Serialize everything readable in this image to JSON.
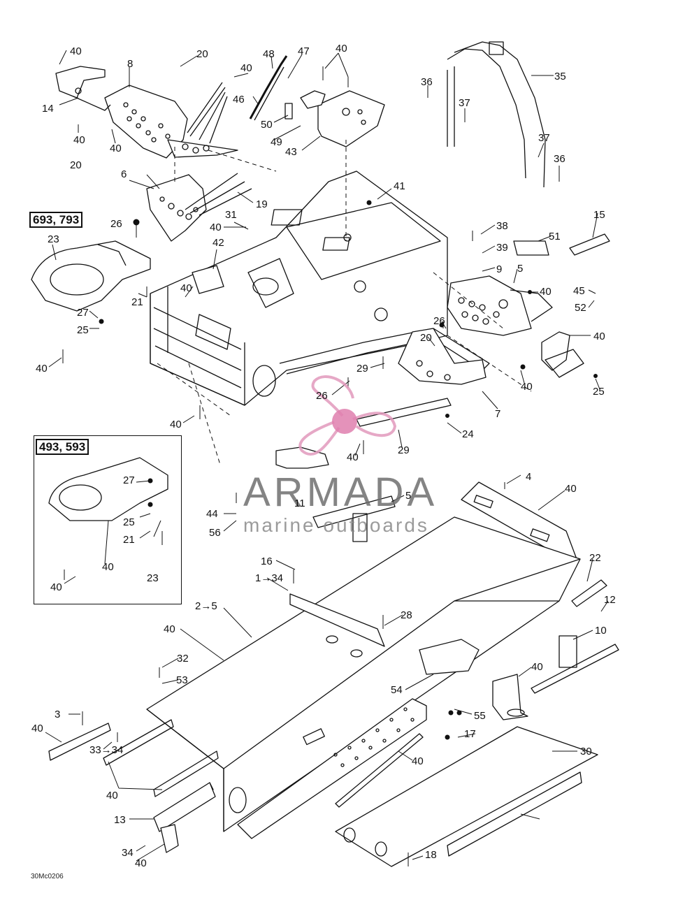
{
  "diagram": {
    "code": "30Mc0206",
    "insets": [
      {
        "title": "693, 793"
      },
      {
        "title": "493, 593"
      }
    ],
    "watermark": {
      "word": "ARMADA",
      "sub": "marine outboards",
      "colors": {
        "logo": "#e29abd",
        "logo_center": "#df7fae",
        "text": "#6f6f6f"
      }
    },
    "labels": [
      "40",
      "20",
      "8",
      "14",
      "40",
      "40",
      "48",
      "47",
      "40",
      "40",
      "46",
      "50",
      "49",
      "43",
      "36",
      "37",
      "35",
      "37",
      "36",
      "6",
      "20",
      "19",
      "41",
      "31",
      "40",
      "42",
      "26",
      "23",
      "21",
      "27",
      "25",
      "40",
      "40",
      "38",
      "39",
      "9",
      "5",
      "40",
      "45",
      "52",
      "51",
      "15",
      "40",
      "26",
      "20",
      "29",
      "7",
      "40",
      "40",
      "25",
      "24",
      "29",
      "40",
      "26",
      "27",
      "25",
      "21",
      "23",
      "40",
      "40",
      "44",
      "56",
      "11",
      "5",
      "4",
      "40",
      "16",
      "1→34",
      "2→5",
      "40",
      "28",
      "22",
      "12",
      "10",
      "40",
      "32",
      "53",
      "54",
      "55",
      "17",
      "40",
      "3",
      "33→34",
      "40",
      "30",
      "18",
      "40",
      "13",
      "34",
      "40"
    ]
  }
}
